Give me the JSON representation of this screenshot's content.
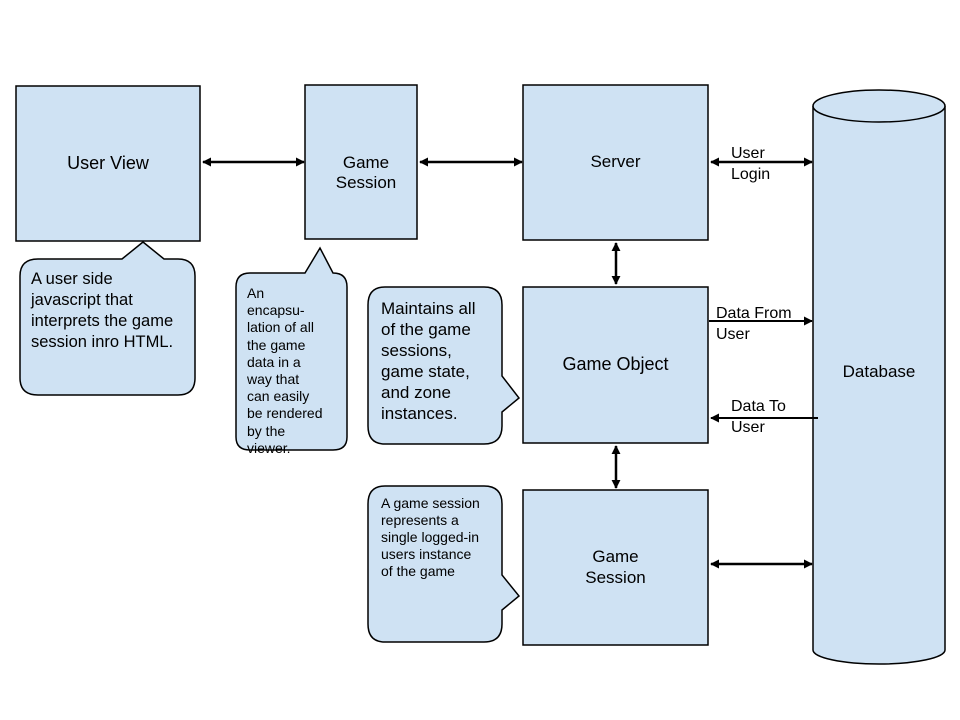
{
  "colors": {
    "box_fill": "#cfe2f3",
    "stroke": "#000000",
    "background": "#ffffff"
  },
  "nodes": {
    "user_view": "User View",
    "game_session_top": "Game\nSession",
    "server": "Server",
    "game_object": "Game Object",
    "game_session_bottom": "Game\nSession",
    "database": "Database"
  },
  "callouts": {
    "user_view_note": "A user side\njavascript that\ninterprets the game\nsession inro HTML.",
    "game_session_note": "An\nencapsu-\nlation of all\nthe game\ndata in a\nway that\ncan easily\nbe rendered\nby the\nviewer.",
    "game_object_note": "Maintains all\nof the game\nsessions,\ngame state,\nand zone\ninstances.",
    "game_session_bottom_note": "A game session\nrepresents a\nsingle logged-in\nusers instance\nof the game"
  },
  "connections": {
    "user_login": "User\nLogin",
    "data_from_user": "Data From\nUser",
    "data_to_user": "Data To\nUser"
  }
}
